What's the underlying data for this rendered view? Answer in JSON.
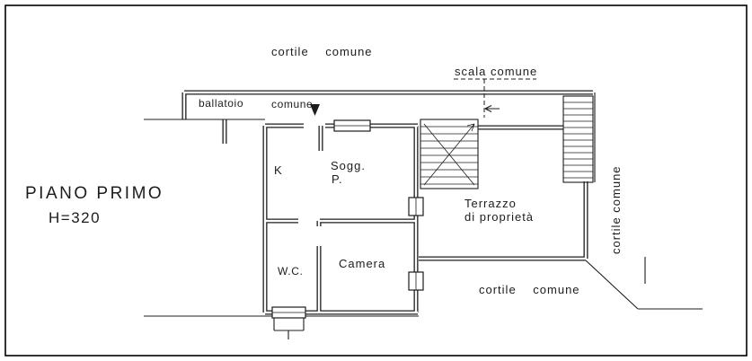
{
  "plan": {
    "title_line1": "PIANO PRIMO",
    "title_line2": "H=320",
    "labels": {
      "cortile_top": "cortile comune",
      "scala_comune": "scala comune",
      "ballatoio": "ballatoio",
      "ballatoio_comune": "comune",
      "kitchen": "K",
      "soggiorno_1": "Sogg.",
      "soggiorno_2": "P.",
      "terrazzo_1": "Terrazzo",
      "terrazzo_2": "di proprietà",
      "wc": "W.C.",
      "camera": "Camera",
      "cortile_bottom": "cortile comune",
      "cortile_right": "cortile comune"
    },
    "colors": {
      "ink": "#1c1c1c",
      "paper": "#ffffff"
    }
  }
}
